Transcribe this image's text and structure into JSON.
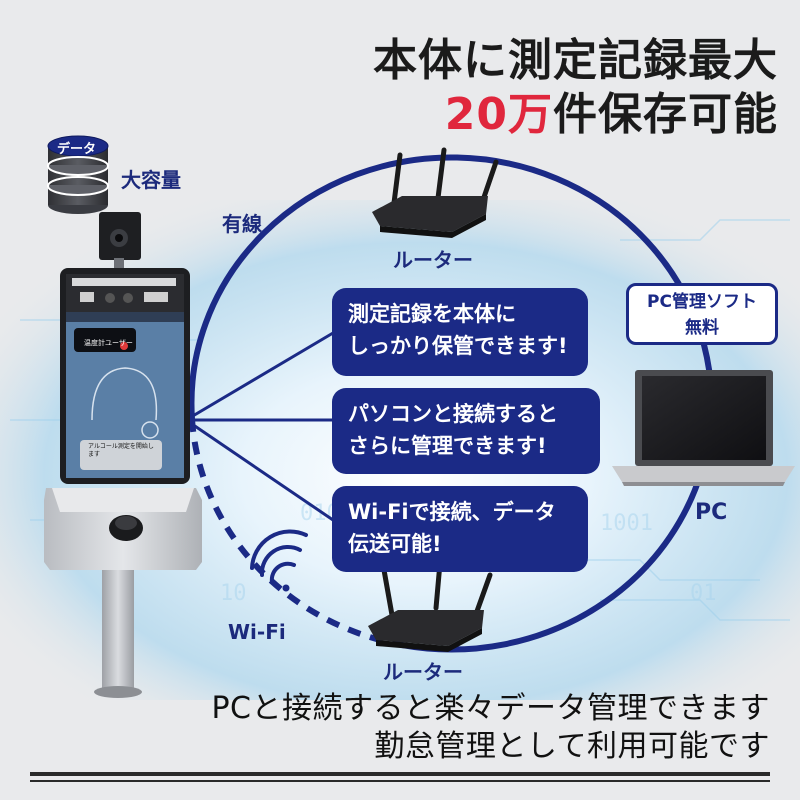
{
  "headline": {
    "line1": "本体に測定記録最大",
    "line2_red": "20万",
    "line2_rest": "件保存可能"
  },
  "labels": {
    "data": "データ",
    "large_capacity": "大容量",
    "wired": "有線",
    "router_top": "ルーター",
    "router_bottom": "ルーター",
    "wifi": "Wi-Fi",
    "pc": "PC"
  },
  "pc_software": {
    "line1": "PC管理ソフト",
    "line2": "無料"
  },
  "bubbles": [
    {
      "line1": "測定記録を本体に",
      "line2": "しっかり保管できます!"
    },
    {
      "line1": "パソコンと接続すると",
      "line2": "さらに管理できます!"
    },
    {
      "line1": "Wi-Fiで接続、データ",
      "line2": "伝送可能!"
    }
  ],
  "bottom": {
    "line1": "PCと接続すると楽々データ管理できます",
    "line2": "勤怠管理として利用可能です"
  },
  "device_screen": {
    "message": "アルコール測定を開始します",
    "banner": "温度計ユーザー"
  },
  "colors": {
    "navy": "#1b2a86",
    "accent_red": "#e0273d",
    "glow": "#cfe6f7"
  }
}
